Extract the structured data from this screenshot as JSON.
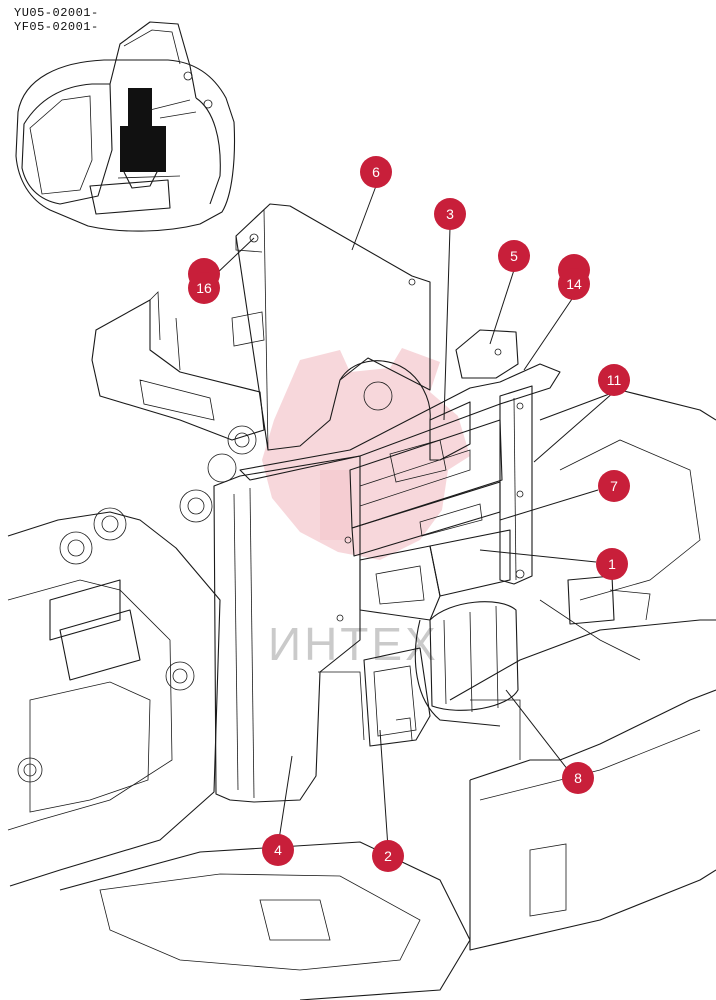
{
  "header": {
    "serial_1": "YU05-02001-",
    "serial_2": "YF05-02001-"
  },
  "watermark": {
    "text": "ИНТЕХ",
    "color": "#f4c9cf"
  },
  "callout_color": "#c81f3a",
  "callouts": [
    "6",
    "3",
    "16",
    "5",
    "14",
    "11",
    "7",
    "1",
    "8",
    "4",
    "2"
  ]
}
